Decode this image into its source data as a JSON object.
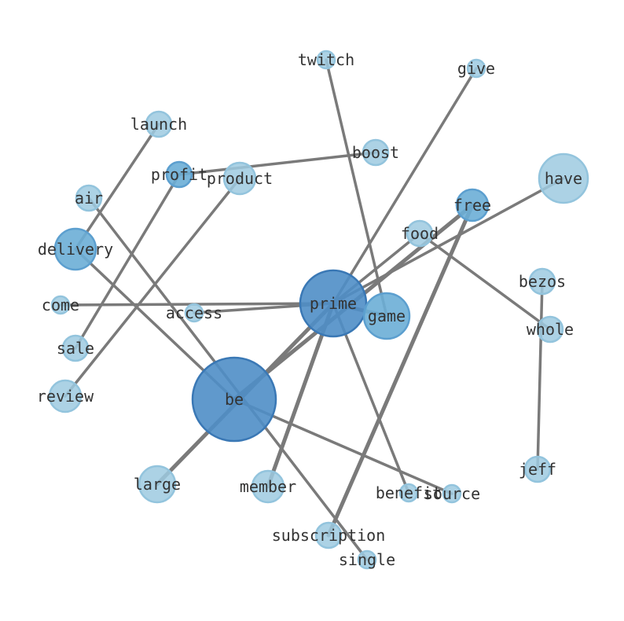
{
  "colors": {
    "light_fill": "#9ecae1",
    "light_stroke": "#93c4dd",
    "mid_fill": "#6baed6",
    "mid_stroke": "#5c9fcf",
    "dark_fill": "#4f8ec7",
    "dark_stroke": "#3a78b5",
    "edge": "#7a7a7a",
    "label": "#333333"
  },
  "nodes": [
    {
      "id": "twitch",
      "label": "twitch",
      "tone": "light"
    },
    {
      "id": "give",
      "label": "give",
      "tone": "light"
    },
    {
      "id": "launch",
      "label": "launch",
      "tone": "light"
    },
    {
      "id": "boost",
      "label": "boost",
      "tone": "light"
    },
    {
      "id": "profit",
      "label": "profit",
      "tone": "mid"
    },
    {
      "id": "product",
      "label": "product",
      "tone": "light"
    },
    {
      "id": "have",
      "label": "have",
      "tone": "light"
    },
    {
      "id": "air",
      "label": "air",
      "tone": "light"
    },
    {
      "id": "free",
      "label": "free",
      "tone": "mid"
    },
    {
      "id": "food",
      "label": "food",
      "tone": "light"
    },
    {
      "id": "delivery",
      "label": "delivery",
      "tone": "mid"
    },
    {
      "id": "bezos",
      "label": "bezos",
      "tone": "light"
    },
    {
      "id": "prime",
      "label": "prime",
      "tone": "dark"
    },
    {
      "id": "come",
      "label": "come",
      "tone": "light"
    },
    {
      "id": "access",
      "label": "access",
      "tone": "light"
    },
    {
      "id": "game",
      "label": "game",
      "tone": "mid"
    },
    {
      "id": "whole",
      "label": "whole",
      "tone": "light"
    },
    {
      "id": "sale",
      "label": "sale",
      "tone": "light"
    },
    {
      "id": "review",
      "label": "review",
      "tone": "light"
    },
    {
      "id": "be",
      "label": "be",
      "tone": "dark"
    },
    {
      "id": "jeff",
      "label": "jeff",
      "tone": "light"
    },
    {
      "id": "large",
      "label": "large",
      "tone": "light"
    },
    {
      "id": "member",
      "label": "member",
      "tone": "light"
    },
    {
      "id": "benefit",
      "label": "benefit",
      "tone": "light"
    },
    {
      "id": "source",
      "label": "source",
      "tone": "light"
    },
    {
      "id": "subscription",
      "label": "subscription",
      "tone": "light"
    },
    {
      "id": "single",
      "label": "single",
      "tone": "light"
    }
  ],
  "edges": [
    {
      "source": "twitch",
      "target": "game",
      "weight": 1
    },
    {
      "source": "give",
      "target": "prime",
      "weight": 1
    },
    {
      "source": "launch",
      "target": "delivery",
      "weight": 1
    },
    {
      "source": "boost",
      "target": "profit",
      "weight": 1
    },
    {
      "source": "profit",
      "target": "sale",
      "weight": 1
    },
    {
      "source": "product",
      "target": "review",
      "weight": 1
    },
    {
      "source": "have",
      "target": "prime",
      "weight": 1
    },
    {
      "source": "air",
      "target": "single",
      "weight": 1
    },
    {
      "source": "free",
      "target": "be",
      "weight": 2
    },
    {
      "source": "free",
      "target": "subscription",
      "weight": 2
    },
    {
      "source": "food",
      "target": "prime",
      "weight": 1
    },
    {
      "source": "food",
      "target": "whole",
      "weight": 1
    },
    {
      "source": "delivery",
      "target": "be",
      "weight": 1
    },
    {
      "source": "bezos",
      "target": "jeff",
      "weight": 1
    },
    {
      "source": "prime",
      "target": "come",
      "weight": 1
    },
    {
      "source": "prime",
      "target": "access",
      "weight": 1
    },
    {
      "source": "prime",
      "target": "game",
      "weight": 2
    },
    {
      "source": "prime",
      "target": "large",
      "weight": 2
    },
    {
      "source": "prime",
      "target": "member",
      "weight": 2
    },
    {
      "source": "prime",
      "target": "benefit",
      "weight": 1
    },
    {
      "source": "be",
      "target": "source",
      "weight": 1
    }
  ]
}
